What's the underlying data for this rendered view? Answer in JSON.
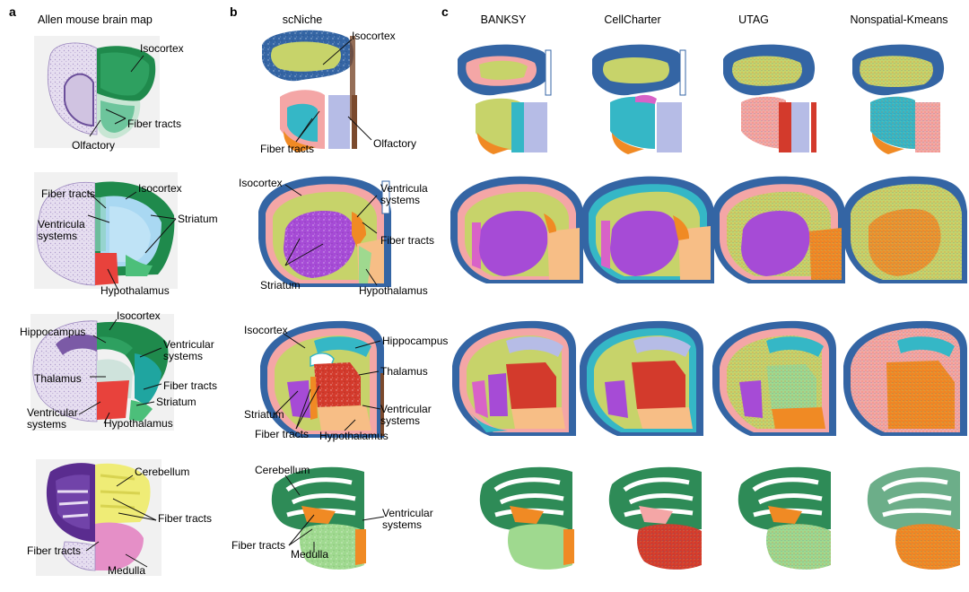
{
  "panels": {
    "a": "a",
    "b": "b",
    "c": "c"
  },
  "columns": [
    "Allen mouse brain map",
    "scNiche",
    "BANKSY",
    "CellCharter",
    "UTAG",
    "Nonspatial-Kmeans"
  ],
  "labels": {
    "isocortex": "Isocortex",
    "fiber_tracts": "Fiber tracts",
    "olfactory": "Olfactory",
    "ventricula_systems": "Ventricula\nsystems",
    "ventricular_systems": "Ventricular\nsystems",
    "striatum": "Striatum",
    "hypothalamus": "Hypothalamus",
    "hippocampus": "Hippocampus",
    "thalamus": "Thalamus",
    "cerebellum": "Cerebellum",
    "medulla": "Medulla"
  },
  "colors": {
    "isocortex_blue": "#3465a4",
    "yellow_green": "#c7d36a",
    "pink": "#f4a6a6",
    "cyan": "#35b7c6",
    "lavender": "#b6bce6",
    "orange": "#f08a24",
    "purple": "#a64bd6",
    "light_orange": "#f7be86",
    "red": "#d33a2c",
    "green": "#2e8b57",
    "light_green": "#9fd98f",
    "brown": "#7b4a2d",
    "allen_dark_green": "#1f8a4c",
    "allen_green": "#2ea060",
    "allen_teal": "#1fa5a0",
    "allen_light_blue": "#a9d8f2",
    "allen_red": "#e8423c",
    "allen_yellow": "#efec76",
    "allen_pink": "#e58fc7",
    "nissl_purple": "#7b5aa6",
    "nissl_light": "#d9d0e6"
  }
}
